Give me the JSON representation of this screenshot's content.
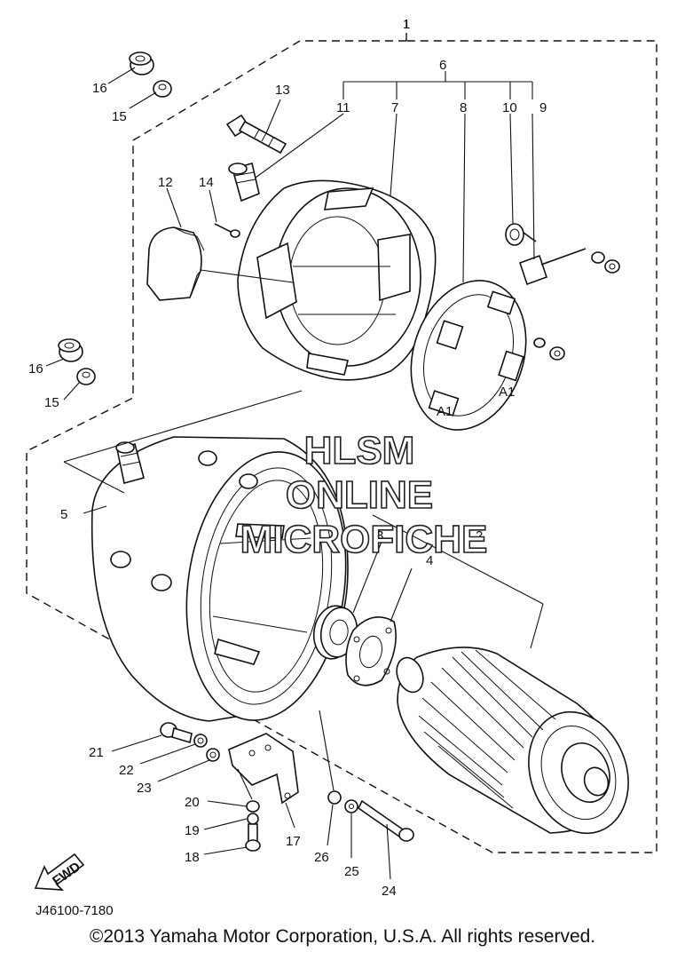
{
  "diagram": {
    "part_code": "J46100-7180",
    "callouts": {
      "c1": "1",
      "c2": "2",
      "c3": "3",
      "c4": "4",
      "c5": "5",
      "c6": "6",
      "c7": "7",
      "c8": "8",
      "c9": "9",
      "c10": "10",
      "c11": "11",
      "c12": "12",
      "c13": "13",
      "c14": "14",
      "c15a": "15",
      "c15b": "15",
      "c16a": "16",
      "c16b": "16",
      "c17": "17",
      "c18": "18",
      "c19": "19",
      "c20": "20",
      "c21": "21",
      "c22": "22",
      "c23": "23",
      "c24": "24",
      "c25": "25",
      "c26": "26"
    },
    "fwd_label": "FWD",
    "brush_marks": [
      "A1",
      "A1"
    ]
  },
  "watermark": {
    "line1": "HLSM",
    "line2": "ONLINE",
    "line3": "MICROFICHE"
  },
  "footer": {
    "copyright": "©2013 Yamaha Motor Corporation, U.S.A. All rights reserved."
  }
}
